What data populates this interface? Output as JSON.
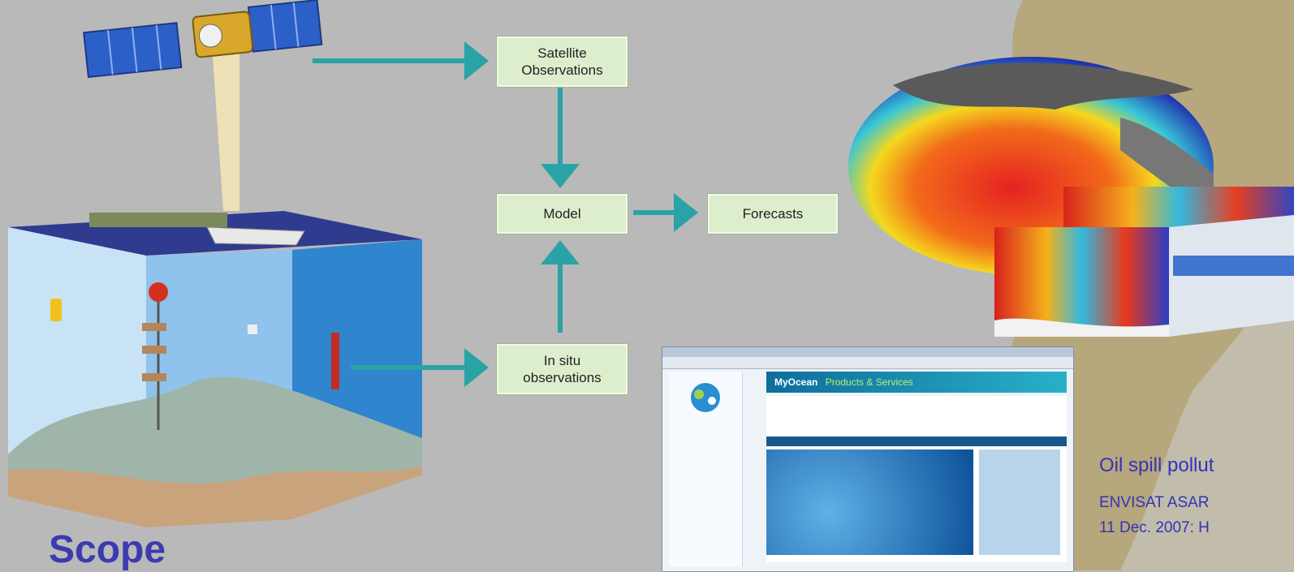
{
  "flow": {
    "satellite_observations": [
      "Satellite",
      "Observations"
    ],
    "model": "Model",
    "forecasts": "Forecasts",
    "in_situ_observations": [
      "In situ",
      "observations"
    ]
  },
  "caption": {
    "line1": "Oil spill pollut",
    "line2": "ENVISAT ASAR",
    "line3": "11 Dec. 2007: H"
  },
  "scope_title": "Scope",
  "website": {
    "brand": "MyOcean",
    "heading": "Products & Services"
  },
  "colors": {
    "background": "#b9b9b9",
    "arrow": "#2aa3a6",
    "box_fill": "#ddeecd",
    "caption_text": "#3333bb",
    "swoosh": "#b6a77c"
  }
}
